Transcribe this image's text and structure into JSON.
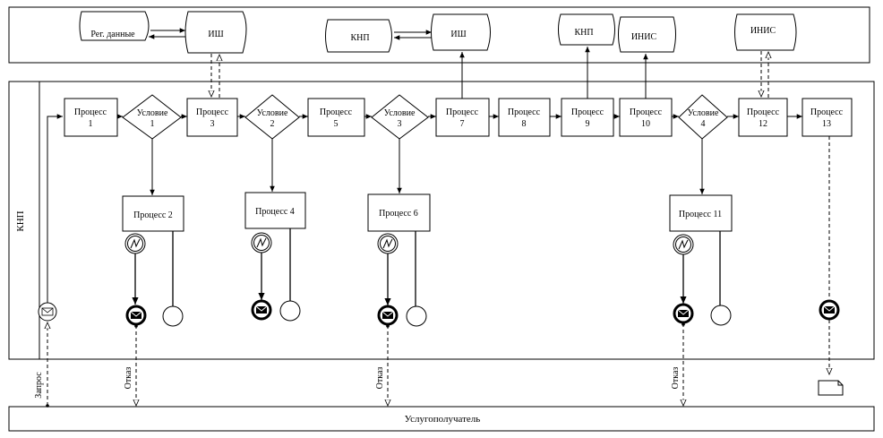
{
  "lane_label": "КНП",
  "recipient_label": "Услугополучатель",
  "systems": [
    {
      "id": "reg",
      "label": "Рег. данные"
    },
    {
      "id": "ish1",
      "label": "ИШ"
    },
    {
      "id": "knp1",
      "label": "КНП"
    },
    {
      "id": "ish2",
      "label": "ИШ"
    },
    {
      "id": "knp2",
      "label": "КНП"
    },
    {
      "id": "inis1",
      "label": "ИНИС"
    },
    {
      "id": "inis2",
      "label": "ИНИС"
    }
  ],
  "processes": [
    {
      "id": "p1",
      "l1": "Процесс",
      "l2": "1"
    },
    {
      "id": "p3",
      "l1": "Процесс",
      "l2": "3"
    },
    {
      "id": "p5",
      "l1": "Процесс",
      "l2": "5"
    },
    {
      "id": "p7",
      "l1": "Процесс",
      "l2": "7"
    },
    {
      "id": "p8",
      "l1": "Процесс",
      "l2": "8"
    },
    {
      "id": "p9",
      "l1": "Процесс",
      "l2": "9"
    },
    {
      "id": "p10",
      "l1": "Процесс",
      "l2": "10"
    },
    {
      "id": "p12",
      "l1": "Процесс",
      "l2": "12"
    },
    {
      "id": "p13",
      "l1": "Процесс",
      "l2": "13"
    }
  ],
  "conditions": [
    {
      "id": "c1",
      "l1": "Условие",
      "l2": "1"
    },
    {
      "id": "c2",
      "l1": "Условие",
      "l2": "2"
    },
    {
      "id": "c3",
      "l1": "Условие",
      "l2": "3"
    },
    {
      "id": "c4",
      "l1": "Условие",
      "l2": "4"
    }
  ],
  "sub_processes": [
    {
      "id": "p2",
      "label": "Процесс 2"
    },
    {
      "id": "p4",
      "label": "Процесс 4"
    },
    {
      "id": "p6",
      "label": "Процесс 6"
    },
    {
      "id": "p11",
      "label": "Процесс 11"
    }
  ],
  "edge_labels": {
    "request": "Запрос",
    "refusal": "Отказ"
  }
}
